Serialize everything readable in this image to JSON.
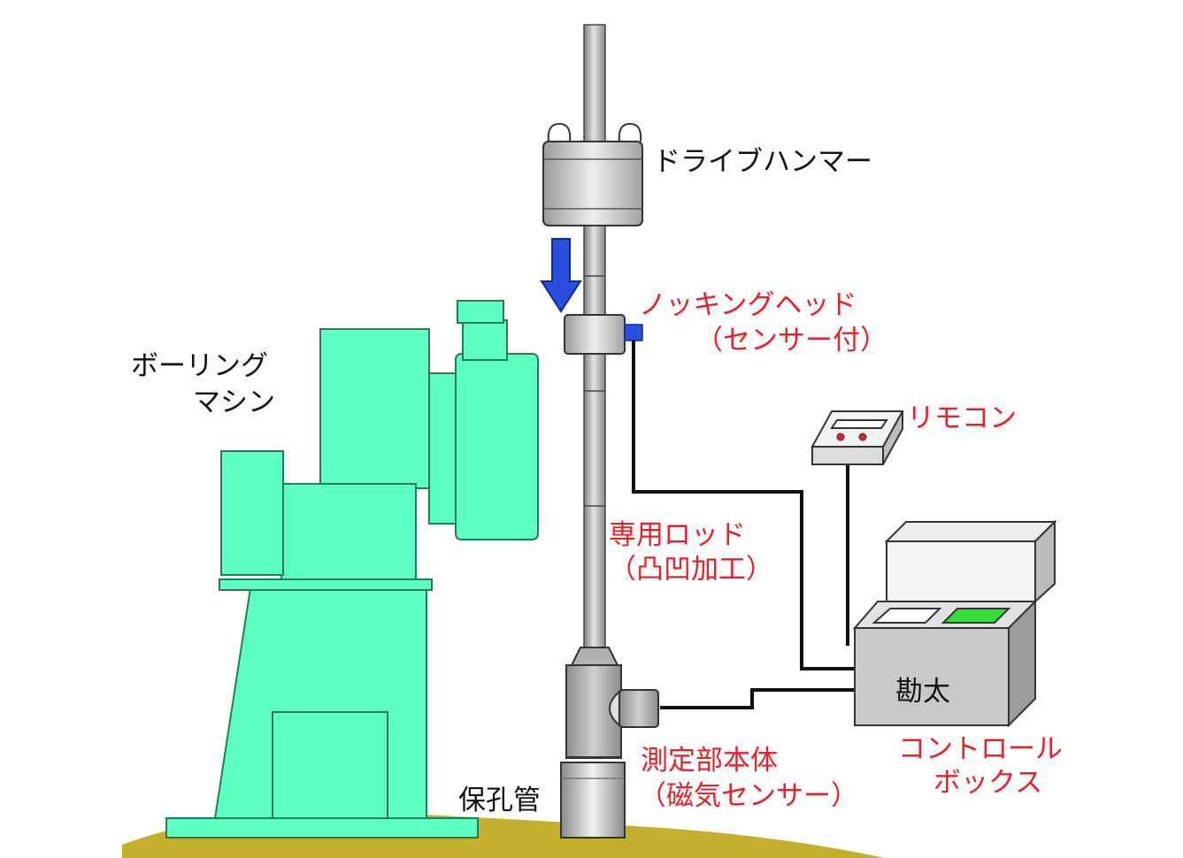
{
  "labels": {
    "drive_hammer": "ドライブハンマー",
    "knocking_head": "ノッキングヘッド",
    "knocking_head_note": "（センサー付）",
    "boring_machine_1": "ボーリング",
    "boring_machine_2": "マシン",
    "remote": "リモコン",
    "rod": "専用ロッド",
    "rod_note": "（凸凹加工）",
    "box_name": "勘太",
    "control_box_1": "コントロール",
    "control_box_2": "ボックス",
    "measure_body": "測定部本体",
    "measure_note": "（磁気センサー）",
    "casing": "保孔管"
  },
  "colors": {
    "machine": "#5effc2",
    "equipment_gray": "#c9c9c9",
    "ground": "#c4b02c",
    "arrow": "#2a4fe0",
    "sensor": "#2a4fe0",
    "display_green": "#33dd33",
    "red_label": "#e8202a"
  }
}
